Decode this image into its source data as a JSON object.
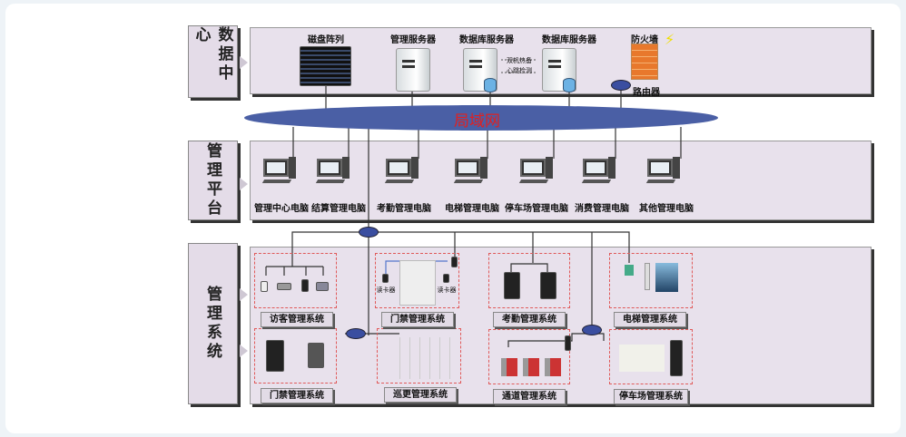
{
  "layers": {
    "data_center": "数据中心",
    "platform": "管理平台",
    "systems": "管理系统"
  },
  "network": {
    "label": "局域网",
    "color": "#4a5fa5",
    "label_color": "#e02020"
  },
  "data_center": {
    "items": [
      "磁盘阵列",
      "管理服务器",
      "数据库服务器",
      "数据库服务器",
      "防火墙"
    ],
    "router": "路由器",
    "heartbeat": [
      "双机热备",
      "心跳检测"
    ]
  },
  "platform": {
    "computers": [
      "管理中心电脑",
      "结算管理电脑",
      "考勤管理电脑",
      "电梯管理电脑",
      "停车场管理电脑",
      "消费管理电脑",
      "其他管理电脑"
    ]
  },
  "systems": {
    "row1": [
      "访客管理系统",
      "门禁管理系统",
      "考勤管理系统",
      "电梯管理系统"
    ],
    "row2": [
      "门禁管理系统",
      "巡更管理系统",
      "通道管理系统",
      "停车场管理系统"
    ],
    "card_reader": "读卡器"
  },
  "colors": {
    "panel": "#e8e1ec",
    "dashed": "#e05a5a"
  }
}
